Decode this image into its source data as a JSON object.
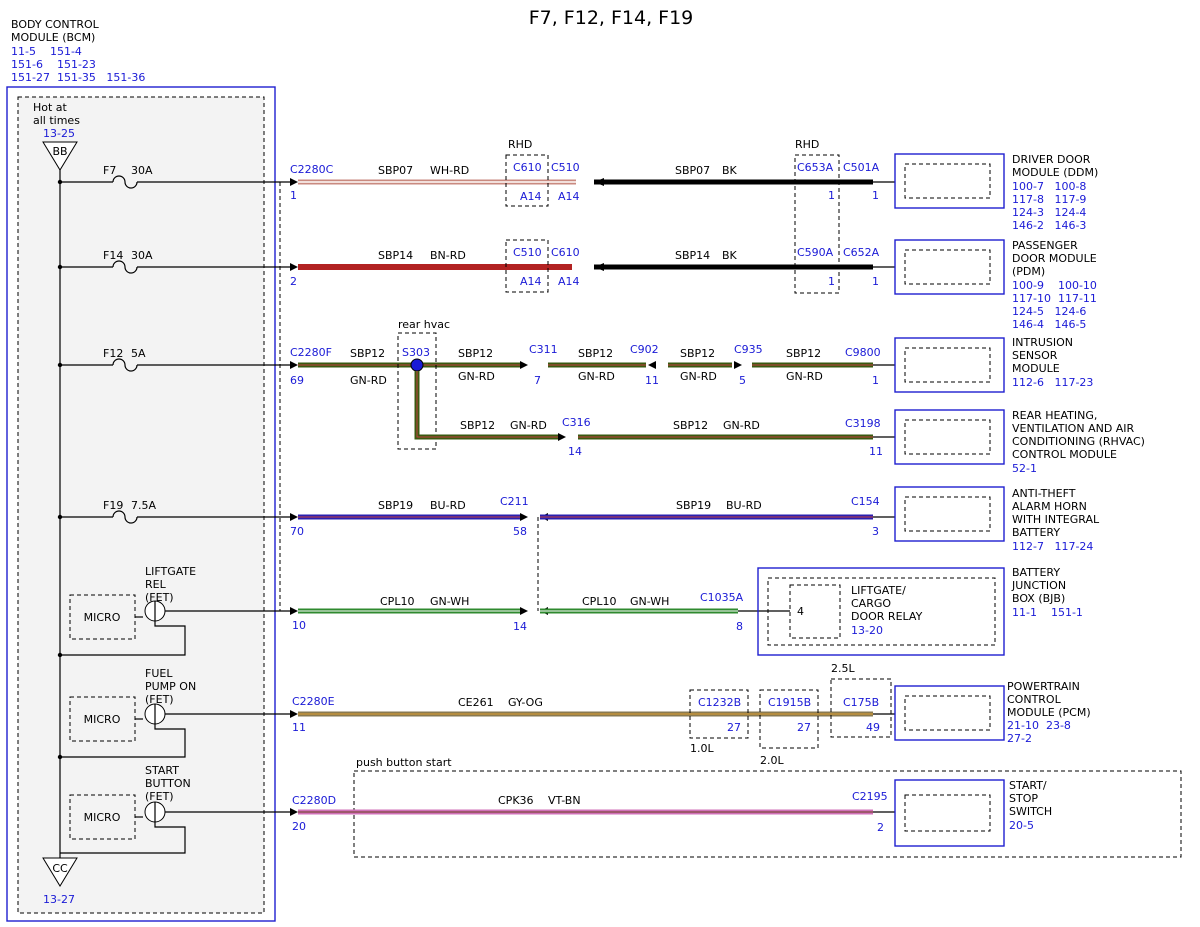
{
  "title": "F7, F12, F14, F19",
  "bcm": {
    "name_lines": [
      "BODY CONTROL",
      "MODULE (BCM)"
    ],
    "ref_lines": [
      "11-5    151-4",
      "151-6    151-23",
      "151-27  151-35   151-36"
    ],
    "hot_lines": [
      "Hot at",
      "all times"
    ],
    "hot_ref": "13-25",
    "bb": "BB",
    "cc": "CC",
    "cc_ref": "13-27",
    "micro": "MICRO"
  },
  "fuses": {
    "f7": {
      "name": "F7",
      "amp": "30A"
    },
    "f14": {
      "name": "F14",
      "amp": "30A"
    },
    "f12": {
      "name": "F12",
      "amp": "5A"
    },
    "f19": {
      "name": "F19",
      "amp": "7.5A"
    }
  },
  "fets": {
    "liftgate": [
      "LIFTGATE",
      "REL",
      "(FET)"
    ],
    "fuel": [
      "FUEL",
      "PUMP ON",
      "(FET)"
    ],
    "start": [
      "START",
      "BUTTON",
      "(FET)"
    ]
  },
  "colors": {
    "wh_rd": "#e6c7c0",
    "bn_rd": "#b22222",
    "bk": "#000000",
    "gn_rd": "#3a5a10",
    "bu_rd": "#2a1fb0",
    "gn_wh": "#2f8a2f",
    "gy_og": "#8a7a50",
    "vt_bn": "#d070b8",
    "blue_text": "#1a1ad6"
  },
  "row1": {
    "c_left": "C2280C",
    "pin_left": "1",
    "wire1": "SBP07",
    "color1": "WH-RD",
    "rhd1": "RHD",
    "c610": "C610",
    "c510": "C510",
    "pinA1": "A14",
    "pinA2": "A14",
    "wire2": "SBP07",
    "color2": "BK",
    "rhd2": "RHD",
    "c653a": "C653A",
    "c501a": "C501A",
    "pin_a": "1",
    "pin_b": "1",
    "module_lines": [
      "DRIVER DOOR",
      "MODULE (DDM)"
    ],
    "refs": [
      "100-7   100-8",
      "117-8   117-9",
      "124-3   124-4",
      "146-2   146-3"
    ]
  },
  "row2": {
    "pin_left": "2",
    "wire1": "SBP14",
    "color1": "BN-RD",
    "c510": "C510",
    "c610": "C610",
    "pinA1": "A14",
    "pinA2": "A14",
    "wire2": "SBP14",
    "color2": "BK",
    "c590a": "C590A",
    "c652a": "C652A",
    "pin_a": "1",
    "pin_b": "1",
    "module_lines": [
      "PASSENGER",
      "DOOR MODULE",
      "(PDM)"
    ],
    "refs": [
      "100-9    100-10",
      "117-10  117-11",
      "124-5   124-6",
      "146-4   146-5"
    ]
  },
  "row3": {
    "c_left": "C2280F",
    "pin_left": "69",
    "rear_hvac": "rear hvac",
    "s303": "S303",
    "w": "SBP12",
    "c": "GN-RD",
    "c311": "C311",
    "pin311": "7",
    "c902": "C902",
    "pin902": "11",
    "c935": "C935",
    "pin935": "5",
    "c9800": "C9800",
    "pin9800": "1",
    "module_lines": [
      "INTRUSION",
      "SENSOR",
      "MODULE"
    ],
    "refs": [
      "112-6   117-23"
    ]
  },
  "row4": {
    "w": "SBP12",
    "c": "GN-RD",
    "c316": "C316",
    "pin316": "14",
    "c3198": "C3198",
    "pin3198": "11",
    "module_lines": [
      "REAR HEATING,",
      "VENTILATION AND AIR",
      "CONDITIONING (RHVAC)",
      "CONTROL MODULE"
    ],
    "refs": [
      "52-1"
    ]
  },
  "row5": {
    "pin_left": "70",
    "w": "SBP19",
    "c": "BU-RD",
    "c211": "C211",
    "pin211": "58",
    "c154": "C154",
    "pin154": "3",
    "module_lines": [
      "ANTI-THEFT",
      "ALARM HORN",
      "WITH INTEGRAL",
      "BATTERY"
    ],
    "refs": [
      "112-7   117-24"
    ]
  },
  "row6": {
    "pin_left": "10",
    "w": "CPL10",
    "c": "GN-WH",
    "pin_mid": "14",
    "c1035a": "C1035A",
    "pin1035": "8",
    "relay_pin": "4",
    "relay_lines": [
      "LIFTGATE/",
      "CARGO",
      "DOOR RELAY"
    ],
    "relay_ref": "13-20",
    "module_lines": [
      "BATTERY",
      "JUNCTION",
      "BOX (BJB)"
    ],
    "refs": [
      "11-1    151-1"
    ]
  },
  "row7": {
    "c_left": "C2280E",
    "pin_left": "11",
    "w": "CE261",
    "c": "GY-OG",
    "c1232b": "C1232B",
    "pin1232": "27",
    "l10": "1.0L",
    "c1915b": "C1915B",
    "pin1915": "27",
    "l20": "2.0L",
    "c175b": "C175B",
    "pin175": "49",
    "l25": "2.5L",
    "module_lines": [
      "POWERTRAIN",
      "CONTROL",
      "MODULE (PCM)"
    ],
    "refs": [
      "21-10  23-8",
      "27-2"
    ]
  },
  "row8": {
    "push": "push button start",
    "c_left": "C2280D",
    "pin_left": "20",
    "w": "CPK36",
    "c": "VT-BN",
    "c2195": "C2195",
    "pin2195": "2",
    "module_lines": [
      "START/",
      "STOP",
      "SWITCH"
    ],
    "refs": [
      "20-5"
    ]
  }
}
